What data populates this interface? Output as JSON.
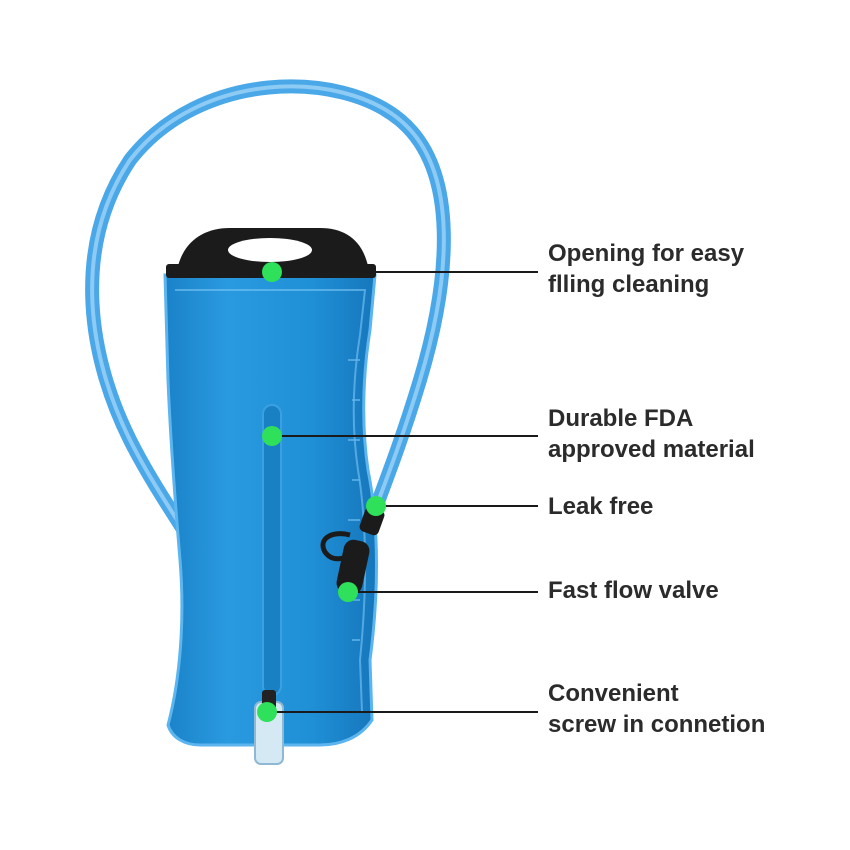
{
  "colors": {
    "bladder_blue": "#1f8fd6",
    "tube_blue": "#4aa8e8",
    "marker_green": "#2fe05a",
    "leader_line": "#1a1a1a",
    "label_text": "#2b2b2b",
    "handle_black": "#1b1b1b"
  },
  "callouts": [
    {
      "lines": [
        "Opening for easy",
        "flling cleaning"
      ]
    },
    {
      "lines": [
        "Durable FDA",
        "approved material"
      ]
    },
    {
      "lines": [
        "Leak free"
      ]
    },
    {
      "lines": [
        "Fast flow valve"
      ]
    },
    {
      "lines": [
        "Convenient",
        "screw in connetion"
      ]
    }
  ]
}
